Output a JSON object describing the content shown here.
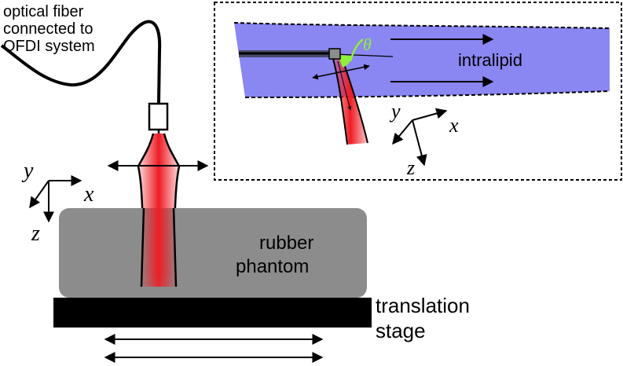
{
  "labels": {
    "fiber_line1": "optical fiber",
    "fiber_line2": "connected to",
    "fiber_line3": "OFDI system",
    "phantom_line1": "rubber",
    "phantom_line2": "phantom",
    "stage_line1": "translation",
    "stage_line2": "stage",
    "intralipid": "intralipid",
    "theta": "θ"
  },
  "axes_main": {
    "x": "x",
    "y": "y",
    "z": "z"
  },
  "axes_inset": {
    "x": "x",
    "y": "y",
    "z": "z"
  },
  "colors": {
    "beam": "#ee1c24",
    "phantom": "#8c8c8c",
    "stage": "#000000",
    "intralipid": "#8a86f2",
    "angle": "#8ef03a"
  }
}
